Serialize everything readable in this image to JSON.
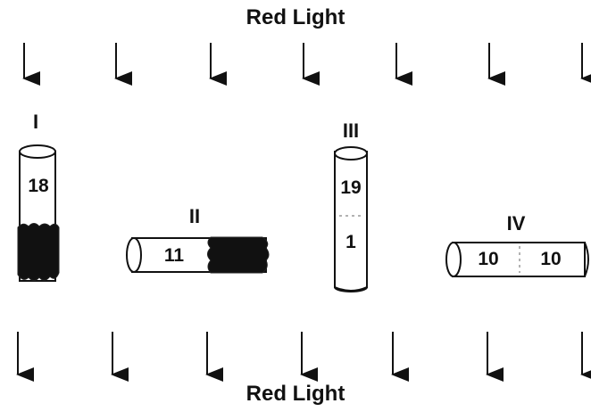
{
  "diagram": {
    "top_label": "Red Light",
    "bottom_label": "Red Light",
    "tubes": [
      {
        "id": "I",
        "orientation": "vertical",
        "numbers": [
          "18"
        ]
      },
      {
        "id": "II",
        "orientation": "horizontal",
        "numbers": [
          "11"
        ]
      },
      {
        "id": "III",
        "orientation": "vertical",
        "numbers": [
          "19",
          "1"
        ]
      },
      {
        "id": "IV",
        "orientation": "horizontal",
        "numbers": [
          "10",
          "10"
        ]
      }
    ]
  }
}
